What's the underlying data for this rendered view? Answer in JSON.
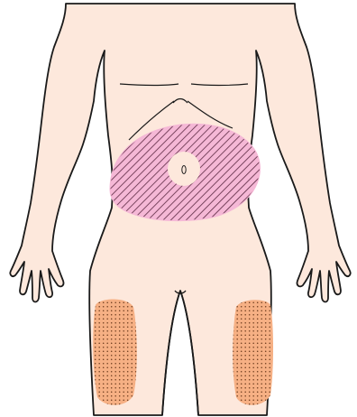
{
  "colors": {
    "background": "#ffffff",
    "skin": "#fde8dc",
    "outline": "#1a1a1a",
    "abdomen_zone_fill": "#f5b8d6",
    "abdomen_zone_hatch": "#5a2740",
    "thigh_zone_fill": "#f6b084",
    "thigh_zone_dots": "#6b3a1c"
  },
  "zones": [
    {
      "id": "abdomen",
      "pattern": "diagonal-hatch"
    },
    {
      "id": "left-thigh",
      "pattern": "dots"
    },
    {
      "id": "right-thigh",
      "pattern": "dots"
    }
  ]
}
